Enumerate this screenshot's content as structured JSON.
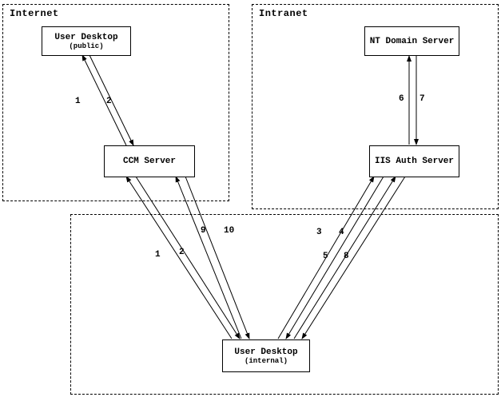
{
  "zones": {
    "internet": "Internet",
    "intranet": "Intranet"
  },
  "nodes": {
    "user_desktop_public": {
      "title": "User Desktop",
      "subtitle": "(public)"
    },
    "ccm_server": {
      "title": "CCM Server"
    },
    "nt_domain_server": {
      "title": "NT Domain Server"
    },
    "iis_auth_server": {
      "title": "IIS Auth Server"
    },
    "user_desktop_internal": {
      "title": "User Desktop",
      "subtitle": "(internal)"
    }
  },
  "edge_labels": {
    "pub_1": "1",
    "pub_2": "2",
    "nt_6": "6",
    "nt_7": "7",
    "int_1": "1",
    "int_2": "2",
    "int_9": "9",
    "int_10": "10",
    "iis_3": "3",
    "iis_4": "4",
    "iis_5": "5",
    "iis_8": "8"
  }
}
